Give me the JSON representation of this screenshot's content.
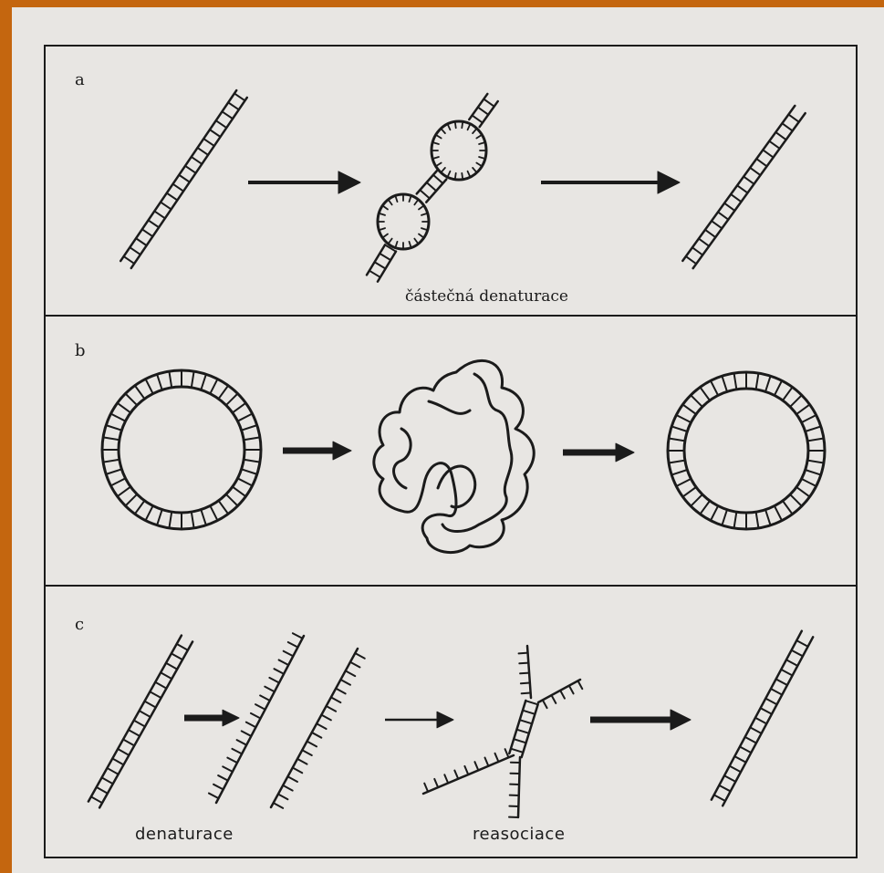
{
  "colors": {
    "frame_background": "#c4660f",
    "paper": "#e8e6e3",
    "ink": "#1b1b1b"
  },
  "panels": [
    {
      "letter": "a",
      "caption": "částečná denaturace"
    },
    {
      "letter": "b"
    },
    {
      "letter": "c",
      "captions": [
        "denaturace",
        "reasociace"
      ]
    }
  ]
}
